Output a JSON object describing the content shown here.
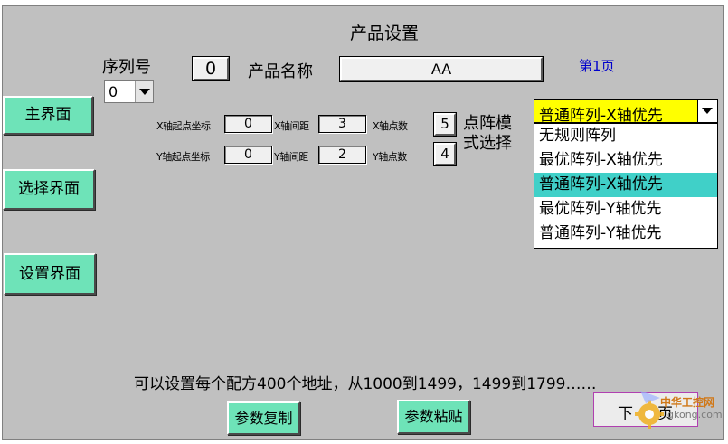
{
  "title": "产品设置",
  "page_indicator": "第1页",
  "serial": {
    "label": "序列号",
    "value": "0",
    "selector_value": "0"
  },
  "product_name": {
    "label": "产品名称",
    "value": "AA"
  },
  "nav": {
    "main": "主界面",
    "select": "选择界面",
    "settings": "设置界面"
  },
  "params": {
    "x_start_label": "X轴起点坐标",
    "x_start": "0",
    "x_gap_label": "X轴间距",
    "x_gap": "3",
    "x_points_label": "X轴点数",
    "x_points": "5",
    "y_start_label": "Y轴起点坐标",
    "y_start": "0",
    "y_gap_label": "Y轴间距",
    "y_gap": "2",
    "y_points_label": "Y轴点数",
    "y_points": "4"
  },
  "pattern_mode": {
    "label_line1": "点阵模",
    "label_line2": "式选择",
    "selected": "普通阵列-X轴优先",
    "options": [
      "无规则阵列",
      "最优阵列-X轴优先",
      "普通阵列-X轴优先",
      "最优阵列-Y轴优先",
      "普通阵列-Y轴优先"
    ]
  },
  "info_text": "可以设置每个配方400个地址，从1000到1499，1499到1799……",
  "buttons": {
    "copy": "参数复制",
    "paste": "参数粘贴",
    "next_page_a": "下",
    "next_page_b": "页"
  },
  "watermark": {
    "line1": "中华工控网",
    "line2": "gkong.com"
  },
  "colors": {
    "panel": "#c0c0c0",
    "nav_button": "#6ee3b8",
    "dropdown_selected": "#ffff00",
    "list_highlight": "#40d0c8",
    "page_link": "#0000cc"
  }
}
